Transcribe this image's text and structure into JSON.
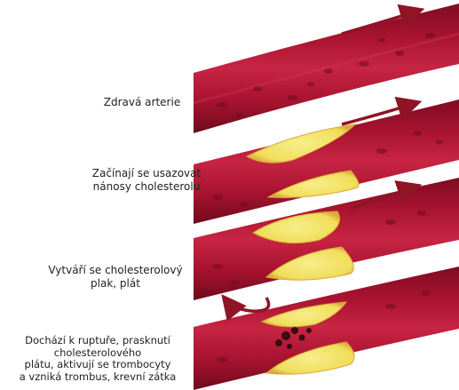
{
  "stages": [
    {
      "lines": [
        "Zdravá arterie"
      ]
    },
    {
      "lines": [
        "Začínají se usazovat",
        "nánosy cholesterolu"
      ]
    },
    {
      "lines": [
        "Vytváří se cholesterolový",
        "plak, plát"
      ]
    },
    {
      "lines": [
        "Dochází k ruptuře, prasknutí",
        "cholesterolového",
        "plátu, aktivují se trombocyty",
        "a vzniká trombus, krevní zátka"
      ]
    }
  ],
  "colors": {
    "vessel_outer": "#7e0c22",
    "vessel_inner": "#b3173a",
    "vessel_highlight": "#d23a58",
    "plaque": "#f2e36b",
    "plaque_edge": "#e0b93a",
    "arrow": "#8f1426",
    "clot": "#3a0a12"
  },
  "icons": [
    "flow-arrow-icon",
    "backflow-arrow-icon"
  ]
}
